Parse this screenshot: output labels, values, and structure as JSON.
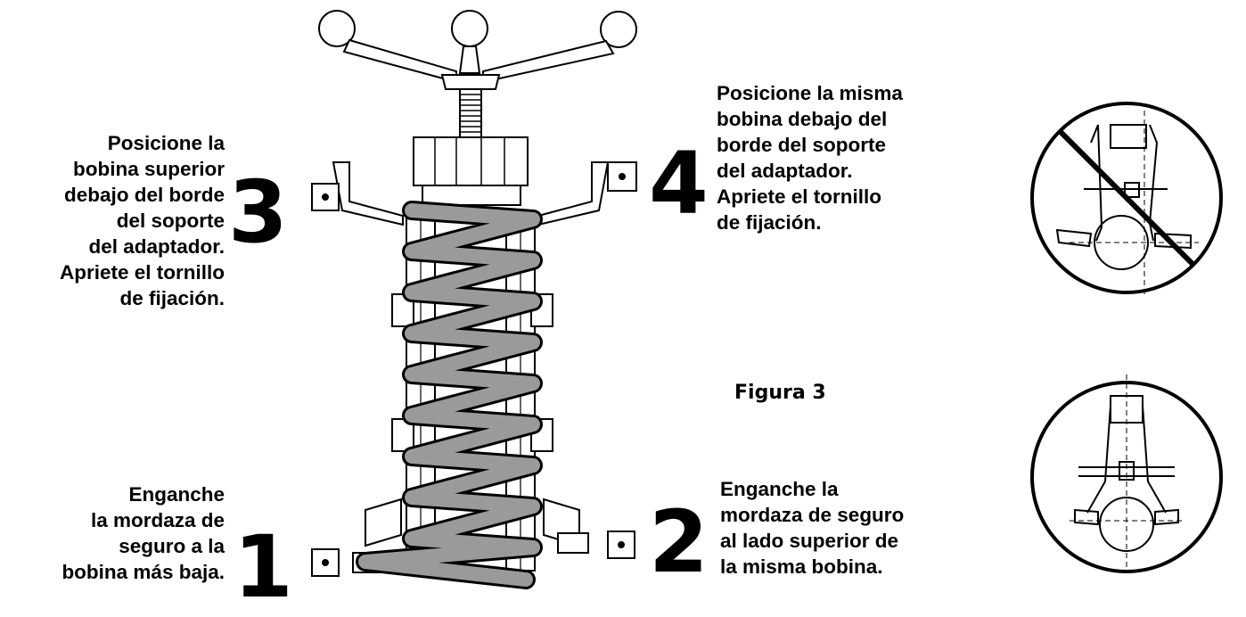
{
  "steps": {
    "s1": {
      "number": "1",
      "text": "Enganche\nla mordaza de\nseguro a la\nbobina más baja."
    },
    "s2": {
      "number": "2",
      "text": "Enganche la\nmordaza de seguro\nal lado superior de\nla misma bobina."
    },
    "s3": {
      "number": "3",
      "text": "Posicione la\nbobina superior\ndebajo del borde\ndel soporte\ndel adaptador.\nApriete el tornillo\nde fijación."
    },
    "s4": {
      "number": "4",
      "text": "Posicione la misma\nbobina debajo del\nborde del soporte\ndel adaptador.\nApriete el tornillo\nde fijación."
    }
  },
  "figure_caption": "Figura 3",
  "colors": {
    "coil": "#9a9a9a",
    "line": "#000000",
    "background": "#ffffff"
  }
}
